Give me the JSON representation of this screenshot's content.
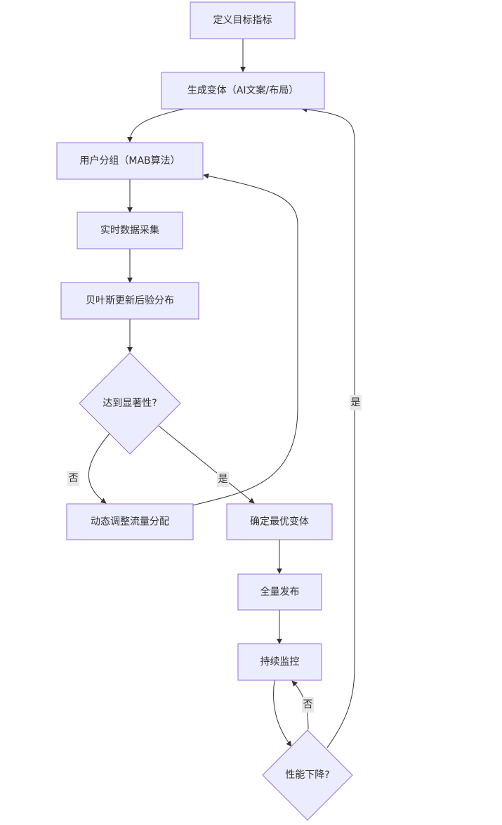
{
  "nodes": {
    "define_metrics": "定义目标指标",
    "generate_variants": "生成变体（AI文案/布局）",
    "user_grouping": "用户分组（MAB算法）",
    "realtime_collection": "实时数据采集",
    "bayesian_update": "贝叶斯更新后验分布",
    "significance_check": "达到显著性?",
    "dynamic_traffic": "动态调整流量分配",
    "best_variant": "确定最优变体",
    "full_release": "全量发布",
    "monitoring": "持续监控",
    "performance_drop": "性能下降?"
  },
  "edge_labels": {
    "significance_no": "否",
    "significance_yes": "是",
    "drop_no": "否",
    "drop_yes": "是"
  }
}
